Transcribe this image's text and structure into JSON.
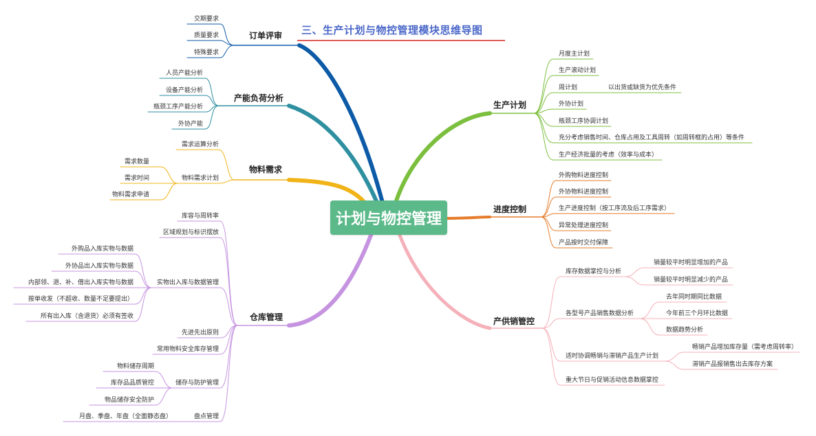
{
  "title": "三、生产计划与物控管理模块思维导图",
  "center": "计划与物控管理",
  "colors": {
    "center": "#5bb98a",
    "title": "#4b68c9",
    "title_underline": "#e15b5b",
    "order_review": "#0d5aa7",
    "capacity": "#2e8fa0",
    "material": "#f1b418",
    "warehouse": "#c593e0",
    "production_plan": "#7cbf3e",
    "progress": "#e57b2b",
    "supply_sales": "#f5b0b9"
  },
  "branches": {
    "order_review": {
      "label": "订单评审",
      "items": [
        "交期要求",
        "质量要求",
        "特殊要求"
      ]
    },
    "capacity": {
      "label": "产能负荷分析",
      "items": [
        "人员产能分析",
        "设备产能分析",
        "瓶颈工序产能分析",
        "外协产能"
      ]
    },
    "material": {
      "label": "物料需求",
      "items": [
        "需求运算分析",
        "物料需求计划"
      ],
      "plan_items": [
        "需求数量",
        "需求时间",
        "物料需求申请"
      ]
    },
    "warehouse": {
      "label": "仓库管理",
      "items": [
        "库容与周转率",
        "区域规划与标识摆放",
        "实物出入库与数据管理",
        "先进先出原则",
        "常用物料安全库存管理",
        "储存与防护管理",
        "盘点管理"
      ],
      "inout_items": [
        "外购品入库实物与数据",
        "外协品出入库实物与数据",
        "内部领、退、补、借出入库实物与数据",
        "按单收发（不超收、数量不足要提出）",
        "所有出入库（含退货）必须有签收"
      ],
      "storage_items": [
        "物料储存周期",
        "库存品品质管控",
        "物品储存安全防护"
      ],
      "count_items": [
        "月盘、季盘、年盘（全面静态盘）"
      ]
    },
    "production_plan": {
      "label": "生产计划",
      "items": [
        "月度主计划",
        "生产滚动计划",
        "周计划",
        "外协计划",
        "瓶颈工序协调计划",
        "充分考虑销售时间、仓库占用及工具周转（如周转框的占用）等条件",
        "生产经济批量的考虑（效率与成本）"
      ],
      "weekly_note": "以出货或缺货为优先条件"
    },
    "progress": {
      "label": "进度控制",
      "items": [
        "外购物料进度控制",
        "外协物料进度控制",
        "生产进度控制（按工序流及后工序需求）",
        "异常处理进度控制",
        "产品按时交付保障"
      ]
    },
    "supply_sales": {
      "label": "产供销管控",
      "items": [
        "库存数据掌控与分析",
        "各型号产品销售数据分析",
        "适时协调畅销与滞销产品生产计划",
        "重大节日与促销活动信息数据掌控"
      ],
      "inventory_items": [
        "销量较平时明显增加的产品",
        "销量较平时明显减少的产品"
      ],
      "sales_items": [
        "去年同时期同比数据",
        "今年前三个月环比数据",
        "数据趋势分析"
      ],
      "coord_items": [
        "畅销产品增加库存量（需考虑周转率）",
        "滞销产品报销售出去库存方案"
      ]
    }
  }
}
